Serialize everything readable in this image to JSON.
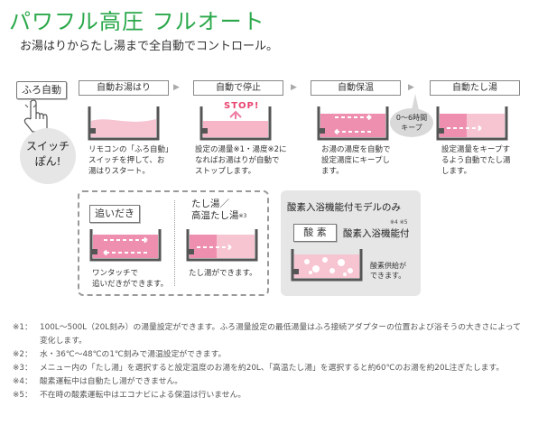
{
  "title": "パワフル高圧 フルオート",
  "subtitle": "お湯はりからたし湯まで全自動でコントロール。",
  "start": {
    "button_label": "ふろ自動",
    "switch_text_1": "スイッチ",
    "switch_text_2": "ぽん!"
  },
  "steps": [
    {
      "label": "自動お湯はり",
      "desc_1": "リモコンの「ふろ自動」",
      "desc_2": "スイッチを押して、お",
      "desc_3": "湯はりスタート。"
    },
    {
      "label": "自動で停止",
      "desc_1": "設定の湯量※1・湯度※2に",
      "desc_2": "なればお湯はりが自動で",
      "desc_3": "ストップします。"
    },
    {
      "label": "自動保温",
      "desc_1": "お湯の湯度を自動で",
      "desc_2": "設定湯度にキープし",
      "desc_3": "ます。"
    },
    {
      "label": "自動たし湯",
      "desc_1": "設定湯量をキープす",
      "desc_2": "るよう自動でたし湯",
      "desc_3": "します。"
    }
  ],
  "stop_text": "STOP!",
  "keep": {
    "line_1": "0〜6時間",
    "line_2": "キープ"
  },
  "oidaki": {
    "button_label": "追いだき",
    "desc_1": "ワンタッチで",
    "desc_2": "追いだきができます。"
  },
  "tashiyu": {
    "title_1": "たし湯／",
    "title_2": "高温たし湯",
    "title_sup": "※3",
    "desc": "たし湯ができます。"
  },
  "oxygen": {
    "title": "酸素入浴機能付モデルのみ",
    "button_label": "酸 素",
    "func_label": "酸素入浴機能付",
    "func_sup": "※4 ※5",
    "desc_1": "酸素供給が",
    "desc_2": "できます。"
  },
  "notes": [
    {
      "mark": "※1：",
      "text": "100L〜500L（20L刻み）の湯量設定ができます。ふろ湯量設定の最低湯量はふろ接続アダプターの位置および浴そうの大きさによって変化します。"
    },
    {
      "mark": "※2：",
      "text": "水・36℃〜48℃の1℃刻みで湯温設定ができます。"
    },
    {
      "mark": "※3：",
      "text": "メニュー内の「たし湯」を選択すると設定温度のお湯を約20L、「高温たし湯」を選択すると約60℃のお湯を約20L注ぎたします。"
    },
    {
      "mark": "※4：",
      "text": "酸素運転中は自動たし湯ができません。"
    },
    {
      "mark": "※5：",
      "text": "不在時の酸素運転中はエコナビによる保温は行いません。"
    }
  ],
  "colors": {
    "title_green": "#2aa84a",
    "stop_pink": "#e8446e",
    "water_pink": "#f7c4d2",
    "water_pink_dark": "#ee7aa0",
    "tub_gray": "#555555"
  }
}
